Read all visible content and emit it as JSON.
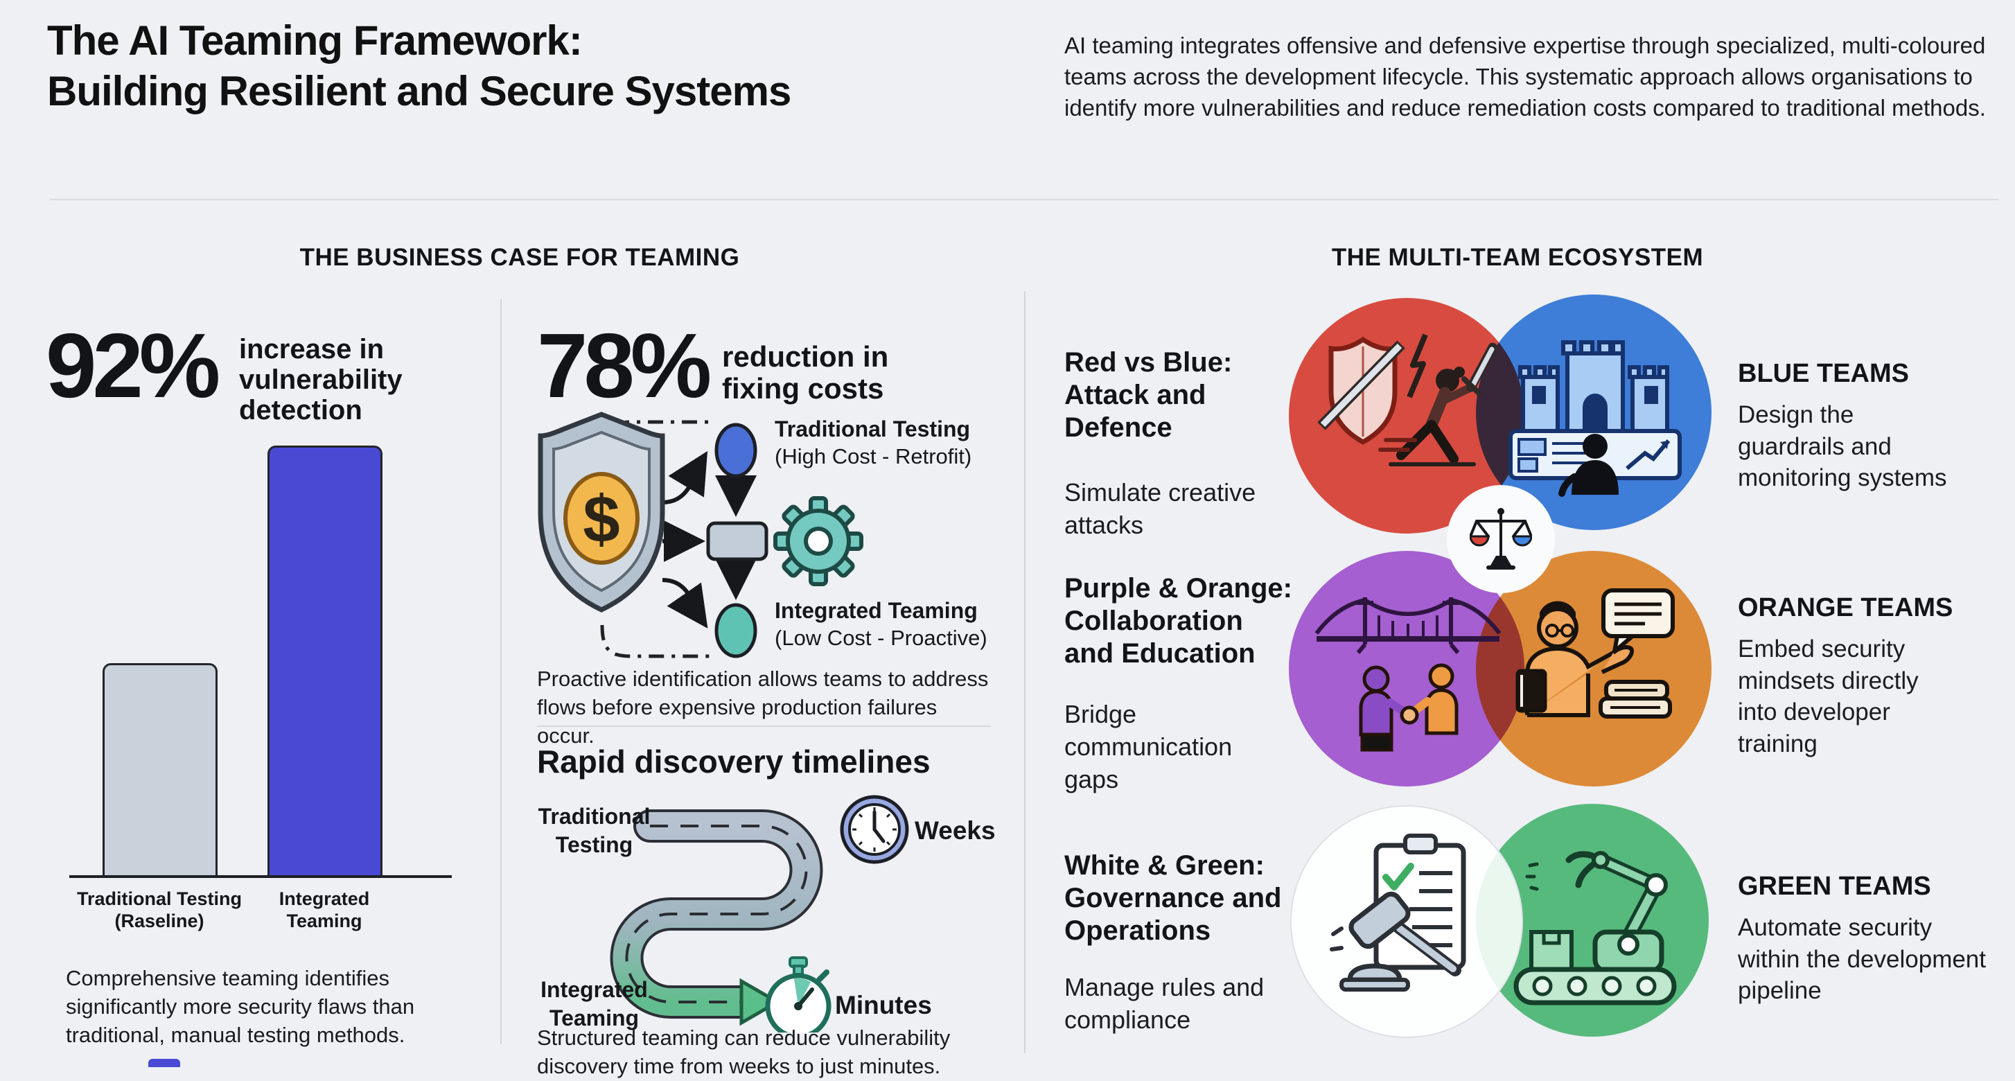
{
  "header": {
    "title_line1": "The AI Teaming Framework:",
    "title_line2": "Building Resilient and Secure Systems",
    "intro": "AI teaming integrates offensive and defensive expertise through specialized, multi-coloured teams across the development lifecycle. This systematic approach allows organisations to identify more vulnerabilities and reduce remediation costs compared to traditional methods."
  },
  "business_case": {
    "heading": "THE BUSINESS CASE FOR TEAMING",
    "detection_stat": {
      "value": "92%",
      "label_lines": [
        "increase in",
        "vulnerability",
        "detection"
      ],
      "bar_labels": [
        {
          "line1": "Traditional Testing",
          "line2": "(Raseline)"
        },
        {
          "line1": "Integrated",
          "line2": "Teaming"
        }
      ],
      "caption": "Comprehensive teaming identifies significantly more security flaws than traditional, manual testing methods."
    },
    "cost_stat": {
      "value": "78%",
      "label_lines": [
        "reduction in",
        "fixing costs"
      ],
      "node_top_title": "Traditional Testing",
      "node_top_sub": "(High Cost - Retrofit)",
      "node_bottom_title": "Integrated Teaming",
      "node_bottom_sub": "(Low Cost - Proactive)",
      "caption": "Proactive identification allows teams to address flows before expensive production failures occur.",
      "shield_icon": "dollar-shield-icon",
      "gear_icon": "gear-icon"
    },
    "timelines": {
      "heading": "Rapid discovery timelines",
      "rows": [
        {
          "label_line1": "Traditional",
          "label_line2": "Testing",
          "result": "Weeks",
          "icon": "clock-icon"
        },
        {
          "label_line1": "Integrated",
          "label_line2": "Teaming",
          "result": "Minutes",
          "icon": "stopwatch-icon"
        }
      ],
      "caption": "Structured teaming can reduce vulnerability discovery time from weeks to just minutes."
    }
  },
  "ecosystem": {
    "heading": "THE MULTI-TEAM ECOSYSTEM",
    "pairings": [
      {
        "title_lines": [
          "Red vs Blue:",
          "Attack and",
          "Defence"
        ],
        "subtitle_lines": [
          "Simulate creative",
          "attacks"
        ]
      },
      {
        "title_lines": [
          "Purple & Orange:",
          "Collaboration",
          "and Education"
        ],
        "subtitle_lines": [
          "Bridge",
          "communication",
          "gaps"
        ]
      },
      {
        "title_lines": [
          "White & Green:",
          "Governance and",
          "Operations"
        ],
        "subtitle_lines": [
          "Manage rules and",
          "compliance"
        ]
      }
    ],
    "teams": [
      {
        "name": "BLUE TEAMS",
        "desc_lines": [
          "Design the",
          "guardrails and",
          "monitoring systems"
        ]
      },
      {
        "name": "ORANGE TEAMS",
        "desc_lines": [
          "Embed security",
          "mindsets directly",
          "into developer",
          "training"
        ]
      },
      {
        "name": "GREEN TEAMS",
        "desc_lines": [
          "Automate security",
          "within the development",
          "pipeline"
        ]
      }
    ],
    "circle_icons": [
      "shield-sword-attacker-illustration",
      "castle-monitoring-illustration",
      "bridge-handshake-illustration",
      "educator-books-illustration",
      "gavel-clipboard-illustration",
      "robot-arm-conveyor-illustration"
    ],
    "center_icon": "balance-scale-icon"
  },
  "icons": {
    "dollar_sign": "$"
  },
  "colors": {
    "background": "#eef0f4",
    "bar_gray": "#c9d1da",
    "bar_blue": "#4a49d3",
    "red_team": "#d84b40",
    "blue_team": "#4285e2",
    "purple_team": "#a55fd0",
    "orange_team": "#ec9339",
    "white_team": "#fdfefe",
    "green_team": "#57ba7d",
    "teal_accent": "#6ac6bb",
    "gold_accent": "#f2b84e"
  },
  "chart_data": {
    "type": "bar",
    "title": "92% increase in vulnerability detection",
    "categories": [
      "Traditional Testing (Raseline)",
      "Integrated Teaming"
    ],
    "values": [
      100,
      192
    ],
    "colors": [
      "#c9d1da",
      "#4a49d3"
    ],
    "xlabel": "",
    "ylabel": "",
    "axes": "baseline only, no ticks or gridlines",
    "legend": "none"
  }
}
